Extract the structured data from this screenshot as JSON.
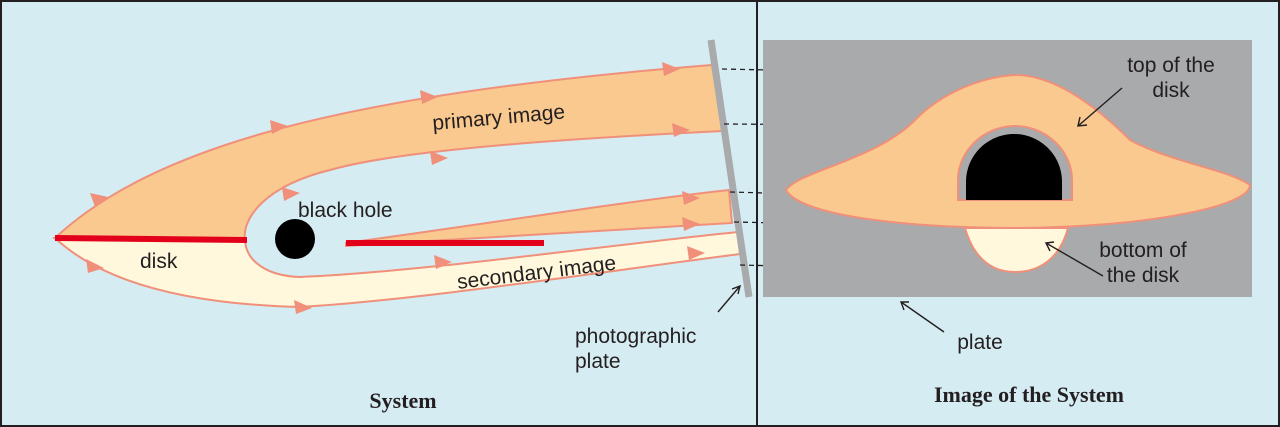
{
  "panels": {
    "left_caption": "System",
    "right_caption": "Image of the System"
  },
  "labels": {
    "primary_image": "primary image",
    "secondary_image": "secondary image",
    "black_hole": "black hole",
    "disk": "disk",
    "photographic_plate_line1": "photographic",
    "photographic_plate_line2": "plate",
    "top_of_disk_line1": "top of the",
    "top_of_disk_line2": "disk",
    "bottom_of_disk_line1": "bottom of",
    "bottom_of_disk_line2": "the disk",
    "plate": "plate"
  },
  "colors": {
    "background": "#d6ecf3",
    "beam_fill": "#f9c98f",
    "beam_stroke": "#f0907a",
    "secondary_fill": "#fff8dc",
    "disk_red": "#e2001a",
    "plate_gray": "#a8aaac",
    "black_hole": "#000000"
  }
}
